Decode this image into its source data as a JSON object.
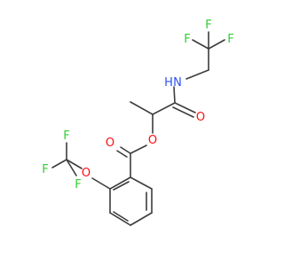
{
  "structure": {
    "atoms": {
      "f1": {
        "symbol": "F",
        "color": "#33cc33"
      },
      "f2": {
        "symbol": "F",
        "color": "#33cc33"
      },
      "f3": {
        "symbol": "F",
        "color": "#33cc33"
      },
      "n": {
        "symbol": "N",
        "color": "#3050f8"
      },
      "h": {
        "symbol": "H",
        "color": "#3050f8"
      },
      "o_amide": {
        "symbol": "O",
        "color": "#ff0d0d"
      },
      "o_ester_carbonyl": {
        "symbol": "O",
        "color": "#ff0d0d"
      },
      "o_ester": {
        "symbol": "O",
        "color": "#ff0d0d"
      },
      "o_ether": {
        "symbol": "O",
        "color": "#ff0d0d"
      },
      "f4": {
        "symbol": "F",
        "color": "#33cc33"
      },
      "f5": {
        "symbol": "F",
        "color": "#33cc33"
      },
      "f6": {
        "symbol": "F",
        "color": "#33cc33"
      }
    },
    "bond_color": "#3c3c3c"
  }
}
